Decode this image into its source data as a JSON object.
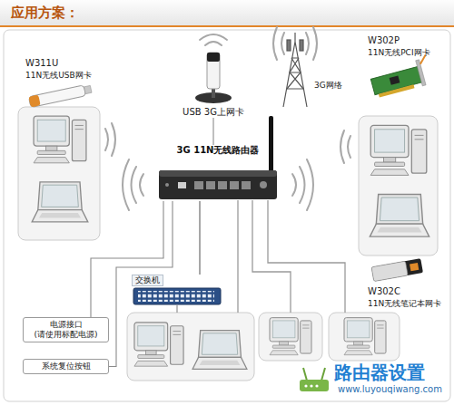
{
  "diagram": {
    "title": "应用方案：",
    "nodes": [
      {
        "text": [
          "USB 3G上网卡"
        ]
      },
      {
        "text": [
          "3G 11N无线路由器"
        ]
      },
      {
        "text": [
          "交换机"
        ]
      },
      {
        "text": [
          "电源接口",
          "(请使用标配电源)"
        ]
      },
      {
        "text": [
          "系统复位按钮"
        ]
      }
    ],
    "edges": [
      {
        "from": 0,
        "to": 1,
        "arrow": "none"
      },
      {
        "from": 1,
        "to": 2,
        "arrow": "none"
      },
      {
        "from": 3,
        "to": 1,
        "arrow": "none"
      },
      {
        "from": 4,
        "to": 1,
        "arrow": "none"
      }
    ],
    "labels": [
      "W311U",
      "11N无线USB网卡",
      "3G网络",
      "W302P",
      "11N无线PCI网卡",
      "W302C",
      "11N无线笔记本网卡",
      "路由器设置",
      "www.luyouqiwang.com"
    ]
  }
}
